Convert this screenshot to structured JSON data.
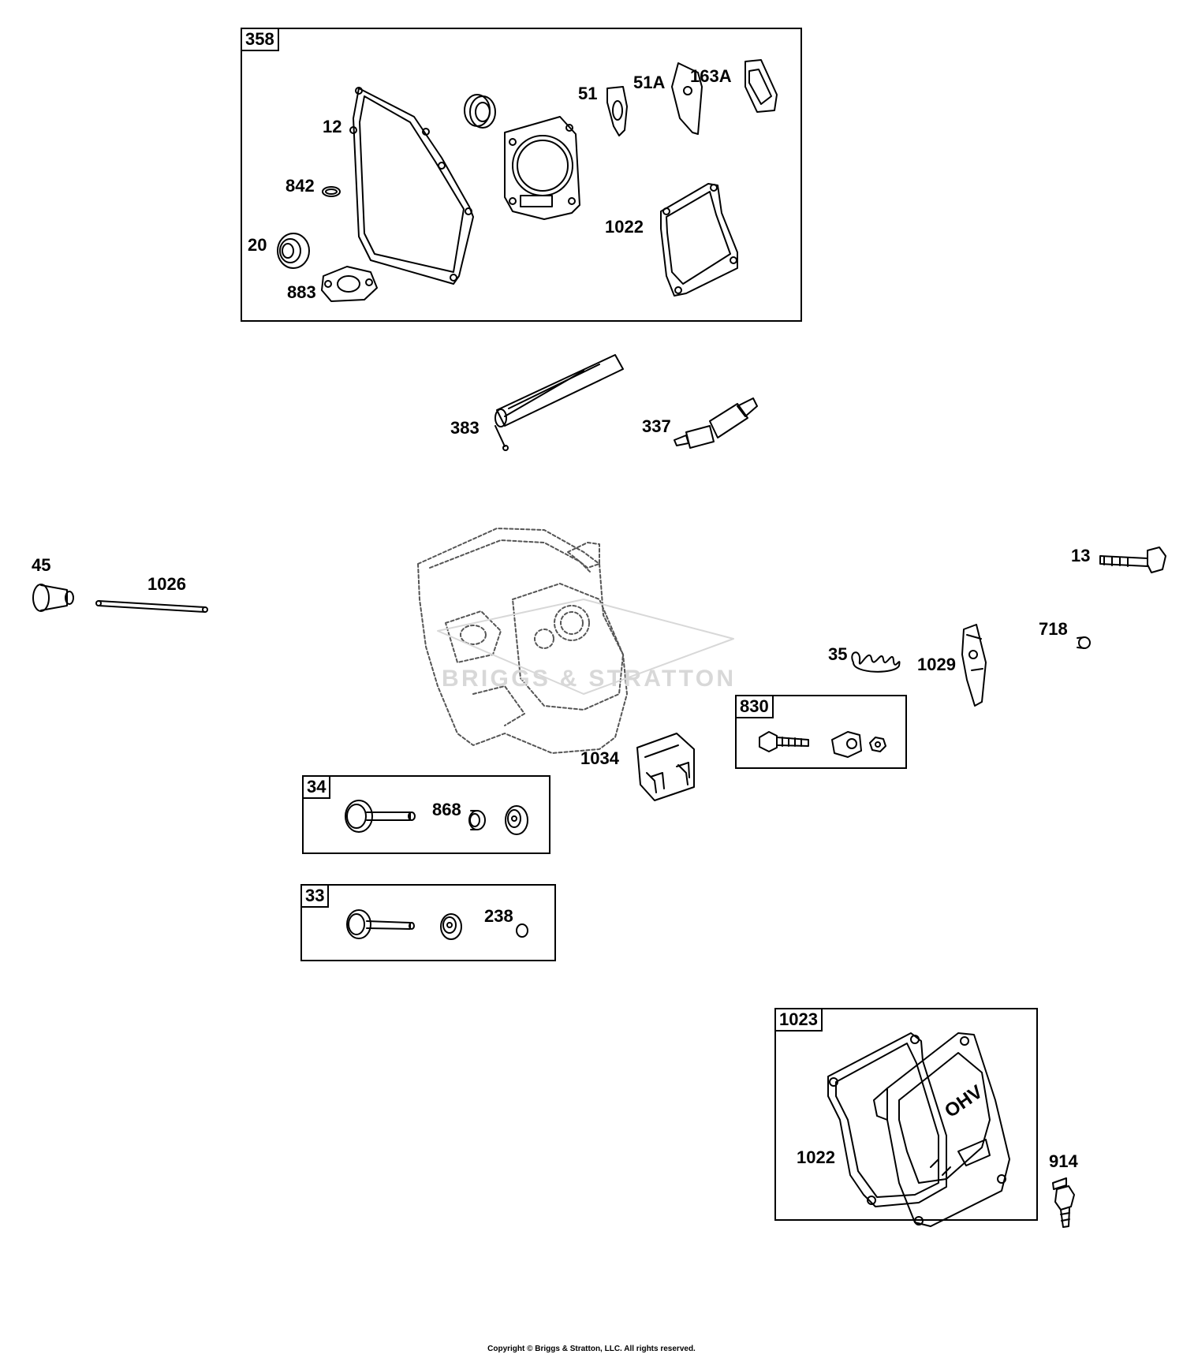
{
  "kits": [
    {
      "id": "358",
      "label": "358"
    },
    {
      "id": "830",
      "label": "830"
    },
    {
      "id": "34",
      "label": "34"
    },
    {
      "id": "33",
      "label": "33"
    },
    {
      "id": "1023",
      "label": "1023"
    }
  ],
  "parts": [
    {
      "id": "p12",
      "label": "12"
    },
    {
      "id": "p842",
      "label": "842"
    },
    {
      "id": "p20",
      "label": "20"
    },
    {
      "id": "p883",
      "label": "883"
    },
    {
      "id": "p51",
      "label": "51"
    },
    {
      "id": "p51A",
      "label": "51A"
    },
    {
      "id": "p163A",
      "label": "163A"
    },
    {
      "id": "p1022a",
      "label": "1022"
    },
    {
      "id": "p383",
      "label": "383"
    },
    {
      "id": "p337",
      "label": "337"
    },
    {
      "id": "p45",
      "label": "45"
    },
    {
      "id": "p1026",
      "label": "1026"
    },
    {
      "id": "p13",
      "label": "13"
    },
    {
      "id": "p718",
      "label": "718"
    },
    {
      "id": "p35",
      "label": "35"
    },
    {
      "id": "p1029",
      "label": "1029"
    },
    {
      "id": "p1034",
      "label": "1034"
    },
    {
      "id": "p868",
      "label": "868"
    },
    {
      "id": "p238",
      "label": "238"
    },
    {
      "id": "p1022b",
      "label": "1022"
    },
    {
      "id": "p914",
      "label": "914"
    }
  ],
  "cover_text": "OHV",
  "watermark_text": "BRIGGS & STRATTON",
  "copyright": "Copyright © Briggs & Stratton, LLC. All rights reserved."
}
